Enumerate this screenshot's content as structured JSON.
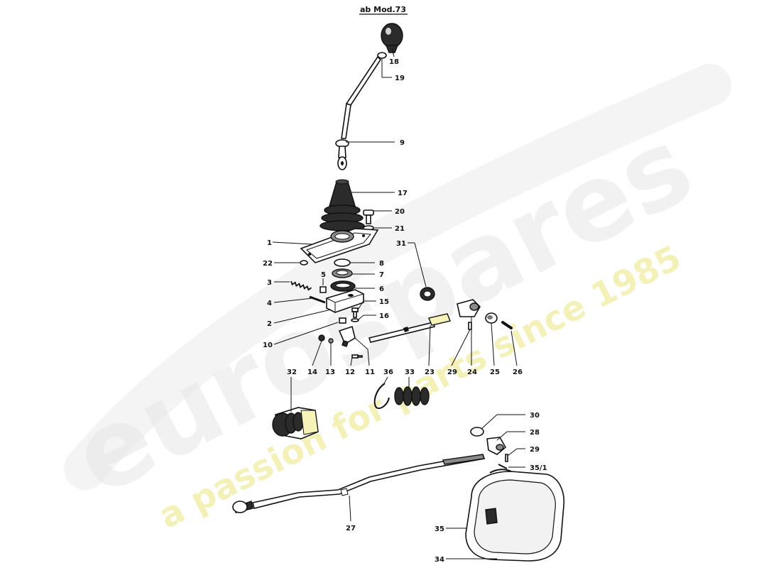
{
  "title": "ab Mod.73",
  "watermark": {
    "brand": "eurospares",
    "tagline": "a passion for parts since 1985",
    "brand_color": "#e6e6e6",
    "tagline_color": "#f2efb0"
  },
  "callouts": [
    {
      "id": "c18",
      "label": "18"
    },
    {
      "id": "c19",
      "label": "19"
    },
    {
      "id": "c9",
      "label": "9"
    },
    {
      "id": "c17",
      "label": "17"
    },
    {
      "id": "c20",
      "label": "20"
    },
    {
      "id": "c21",
      "label": "21"
    },
    {
      "id": "c1",
      "label": "1"
    },
    {
      "id": "c31",
      "label": "31"
    },
    {
      "id": "c22",
      "label": "22"
    },
    {
      "id": "c8",
      "label": "8"
    },
    {
      "id": "c5",
      "label": "5"
    },
    {
      "id": "c7",
      "label": "7"
    },
    {
      "id": "c3",
      "label": "3"
    },
    {
      "id": "c6",
      "label": "6"
    },
    {
      "id": "c4",
      "label": "4"
    },
    {
      "id": "c15",
      "label": "15"
    },
    {
      "id": "c16",
      "label": "16"
    },
    {
      "id": "c2",
      "label": "2"
    },
    {
      "id": "c10",
      "label": "10"
    },
    {
      "id": "c14",
      "label": "14"
    },
    {
      "id": "c13",
      "label": "13"
    },
    {
      "id": "c12",
      "label": "12"
    },
    {
      "id": "c11",
      "label": "11"
    },
    {
      "id": "c23",
      "label": "23"
    },
    {
      "id": "c29a",
      "label": "29"
    },
    {
      "id": "c24",
      "label": "24"
    },
    {
      "id": "c25",
      "label": "25"
    },
    {
      "id": "c26",
      "label": "26"
    },
    {
      "id": "c32",
      "label": "32"
    },
    {
      "id": "c36",
      "label": "36"
    },
    {
      "id": "c33",
      "label": "33"
    },
    {
      "id": "c30",
      "label": "30"
    },
    {
      "id": "c28",
      "label": "28"
    },
    {
      "id": "c29b",
      "label": "29"
    },
    {
      "id": "c351",
      "label": "35/1"
    },
    {
      "id": "c27",
      "label": "27"
    },
    {
      "id": "c35",
      "label": "35"
    },
    {
      "id": "c34",
      "label": "34"
    }
  ]
}
